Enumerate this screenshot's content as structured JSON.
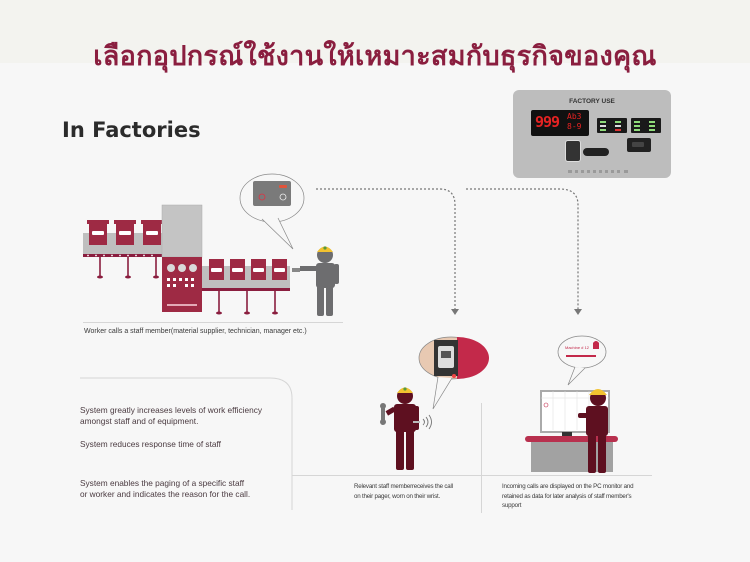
{
  "page": {
    "headline": "เลือกอุปกรณ์ใช้งานให้เหมาะสมกับธุรกิจของคุณ",
    "section_title": "In Factories"
  },
  "product_panel": {
    "label": "FACTORY USE",
    "display_main": "999",
    "display_top": "Ab3",
    "display_bottom": "8-9"
  },
  "steps": [
    {
      "id": "worker-call",
      "caption": "Worker calls a staff member(material supplier, technician, manager etc.)"
    },
    {
      "id": "pager-receive",
      "caption_line1": "Relevant staff memberreceives the call",
      "caption_line2": "on their pager, worn on their wrist."
    },
    {
      "id": "pc-monitor",
      "caption_line1": "Incoming calls are displayed on the PC monitor and",
      "caption_line2": "retained as data for later analysis of staff member's",
      "caption_line3": "support",
      "bubble_text": "Machine # 12"
    }
  ],
  "benefits": [
    {
      "line1": "System greatly increases levels of work efficiency",
      "line2": "amongst staff and of equipment."
    },
    {
      "line1": "System reduces response time of staff"
    },
    {
      "line1": "System enables the paging of a specific staff",
      "line2": "or worker and indicates the reason for the call."
    }
  ],
  "colors": {
    "brand": "#8a1e3f",
    "maroon_figure": "#5e1020",
    "gray_figure": "#6d6d6f",
    "helmet": "#f2c230",
    "machine_red": "#9e2a44",
    "panel_gray": "#bdbdbd"
  },
  "icons": {
    "call_button": "call-button-icon",
    "wrist_pager": "wrist-pager-icon",
    "pc_monitor": "pc-monitor-icon",
    "wrench": "wrench-icon",
    "signal": "signal-waves-icon"
  }
}
